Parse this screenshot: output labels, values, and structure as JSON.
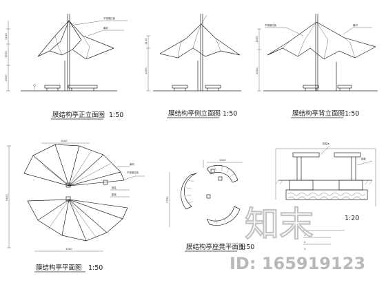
{
  "captions": {
    "front_elevation": "膜结构亭正立面图",
    "front_scale": "1:50",
    "side_elevation": "膜结构亭侧立面图",
    "side_scale": "1:50",
    "back_elevation": "膜结构亭背立面图",
    "back_scale": "1:50",
    "plan": "膜结构亭平面图",
    "plan_scale": "1:50",
    "bench_plan": "膜结构亭座凳平面图",
    "bench_scale": "1:50",
    "detail_scale": "1:20"
  },
  "watermark": {
    "logo": "知末",
    "id": "ID: 165919123"
  }
}
